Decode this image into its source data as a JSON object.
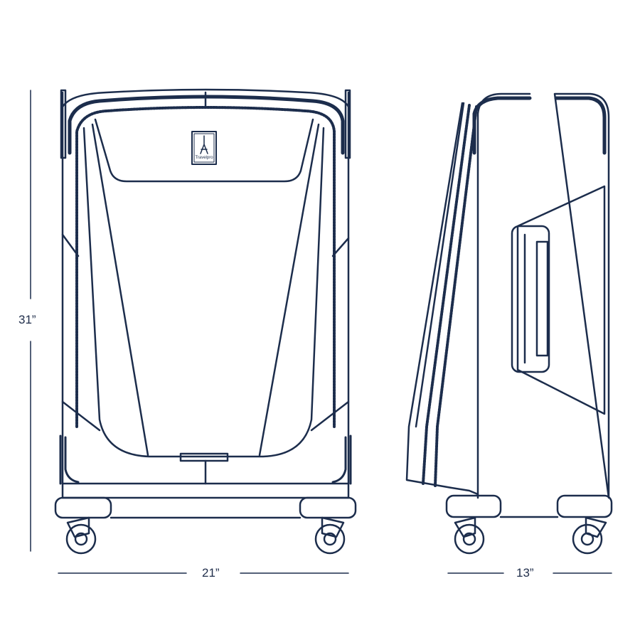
{
  "colors": {
    "stroke": "#1c2d4c",
    "background": "#ffffff"
  },
  "dimensions": {
    "height_label": "31”",
    "width_label": "21”",
    "depth_label": "13”"
  },
  "logo": {
    "text": "Travelpro",
    "icon": "eiffel-tower-icon"
  }
}
